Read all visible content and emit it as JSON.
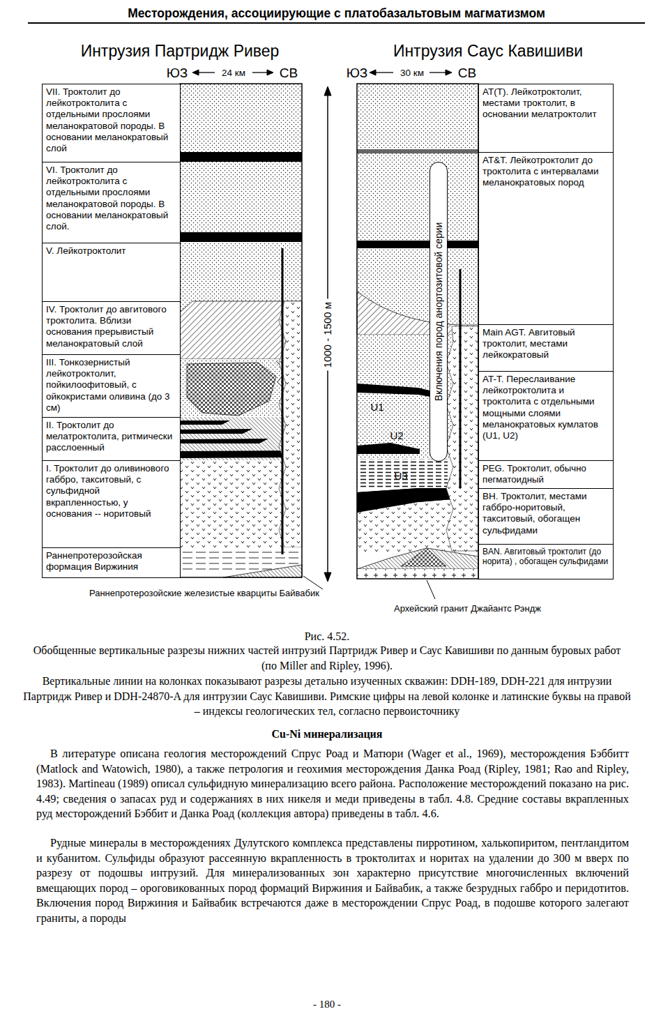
{
  "diagram": {
    "title": "Месторождения, ассоциирующие с платобазальтовым магматизмом",
    "caption": "Обобщенные вертикальные разрезы нижних частей интрузий Партридж Ривер и Саус Кавишиви по данным буровых работ (по Miller and Ripley, 1996).",
    "nodes": [
      {
        "text": [
          "VII. Троктолит до лейкотроктолита с отдельными прослоями меланократовой породы. В основании меланократовый слой"
        ]
      },
      {
        "text": [
          "VI. Троктолит до лейкотроктолита с отдельными прослоями меланократовой породы. В основании меланократовый слой."
        ]
      },
      {
        "text": [
          "V. Лейкотроктолит"
        ]
      },
      {
        "text": [
          "IV. Троктолит до авгитового троктолита. Вблизи основания прерывистый меланократовый слой"
        ]
      },
      {
        "text": [
          "III. Тонкозернистый лейкотроктолит, пойкилоофитовый, с ойкокристами оливина (до 3 см)"
        ]
      },
      {
        "text": [
          "II. Троктолит до мелатроктолита, ритмически расслоенный"
        ]
      },
      {
        "text": [
          "I. Троктолит до оливинового габбро, такситовый, с сульфидной вкрапленностью, у основания -- норитовый"
        ]
      },
      {
        "text": [
          "Раннепротерозойская формация Виржиния"
        ]
      },
      {
        "text": [
          "AT(T). Лейкотроктолит, местами троктолит, в основании мелатроктолит"
        ]
      },
      {
        "text": [
          "AT&T. Лейкотроктолит до троктолита с интервалами меланократовых пород"
        ]
      },
      {
        "text": [
          "Main AGT. Авгитовый троктолит, местами лейкократовый"
        ]
      },
      {
        "text": [
          "AT-T. Переслаивание лейкотроктолита и троктолита с отдельными мощными слоями меланократовых кумлатов (U1, U2)"
        ]
      },
      {
        "text": [
          "PEG. Троктолит, обычно пегматоидный"
        ]
      },
      {
        "text": [
          "BH. Троктолит, местами габбро-норитовый, такситовый, обогащен сульфидами"
        ]
      },
      {
        "text": [
          "BAN. Авгитовый троктолит (до норита) , обогащен сульфидами"
        ]
      },
      {
        "text": [
          "Включения пород анортозитовой серии"
        ]
      }
    ],
    "labels": [
      "Интрузия Партридж Ривер",
      "ЮЗ",
      "24 км",
      "СВ",
      "Интрузия Саус Кавишиви",
      "ЮЗ",
      "30 км",
      "СВ",
      "1000 - 1500 м",
      "U1",
      "U2",
      "U3",
      "Раннепротерозойские железистые кварциты Байвабик",
      "Архейский гранит Джайантс Рэндж",
      "Рис. 4.52.",
      "Вертикальные линии на колонках показывают разрезы детально изученных скважин: DDH-189, DDH-221 для интрузии Партридж Ривер и DDH-24870-A для интрузии Саус Кавишиви. Римские цифры на левой колонке и латинские буквы на правой – индексы геологических тел, согласно первоисточнику",
      "Cu-Ni минерализация",
      "В литературе описана геология месторождений Спрус Роад и Матюри (Wager et al., 1969), месторождения Бэббитт (Matlock and Watowich, 1980), а также петрология и геохимия месторождения Данка Роад (Ripley, 1981; Rao and Ripley, 1983). Martineau (1989) описал сульфидную минерализацию всего района. Расположение месторождений показано на рис. 4.49; сведения о запасах руд и содержаниях в них никеля и меди приведены в табл. 4.8. Средние составы вкрапленных руд месторождений Бэббит и Данка Роад (коллекция автора) приведены в табл. 4.6.",
      "Рудные минералы в месторождениях Дулутского комплекса представлены пирротином, халькопиритом, пентландитом и кубанитом. Сульфиды образуют рассеянную вкрапленность в троктолитах и норитах на удалении до 300 м вверх по разрезу от подошвы интрузий. Для минерализованных зон характерно присутствие многочисленных включений вмещающих пород – ороговикованных пород формаций Виржиния и Байвабик, а также безрудных габбро и перидотитов. Включения пород Виржиния и Байвабик встречаются даже в месторождении Спрус Роад, в подошве которого залегают граниты, а породы",
      "- 180 -"
    ]
  }
}
